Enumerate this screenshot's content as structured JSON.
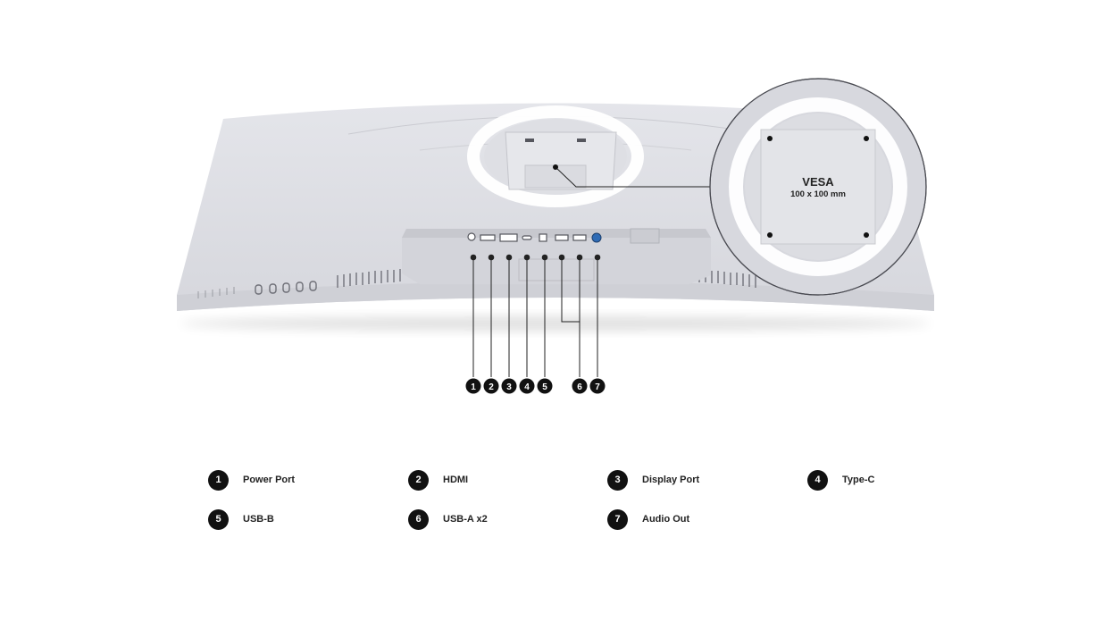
{
  "vesa": {
    "title": "VESA",
    "size": "100 x 100 mm"
  },
  "callouts": [
    "1",
    "2",
    "3",
    "4",
    "5",
    "6",
    "7"
  ],
  "legend": [
    {
      "number": "1",
      "label": "Power Port"
    },
    {
      "number": "2",
      "label": "HDMI"
    },
    {
      "number": "3",
      "label": "Display Port"
    },
    {
      "number": "4",
      "label": "Type-C"
    },
    {
      "number": "5",
      "label": "USB-B"
    },
    {
      "number": "6",
      "label": "USB-A x2"
    },
    {
      "number": "7",
      "label": "Audio Out"
    }
  ],
  "colors": {
    "monitor_body": "#dcdde3",
    "badge": "#111111",
    "leader_line": "#222222"
  }
}
